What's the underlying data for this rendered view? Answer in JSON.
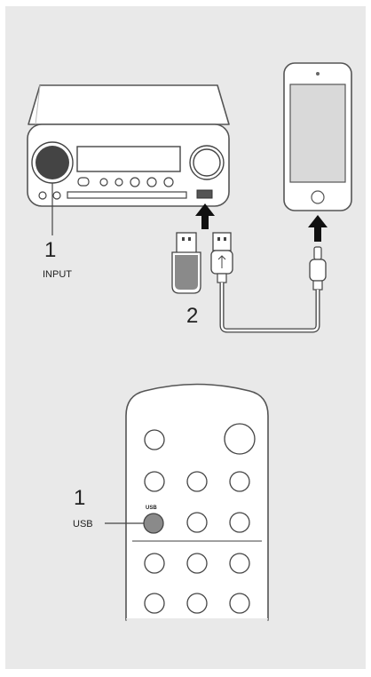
{
  "top_diagram": {
    "step_input_number": "1",
    "step_input_label": "INPUT",
    "step_connect_number": "2"
  },
  "remote_diagram": {
    "step_usb_number": "1",
    "step_usb_label": "USB",
    "button_print": "USB"
  }
}
